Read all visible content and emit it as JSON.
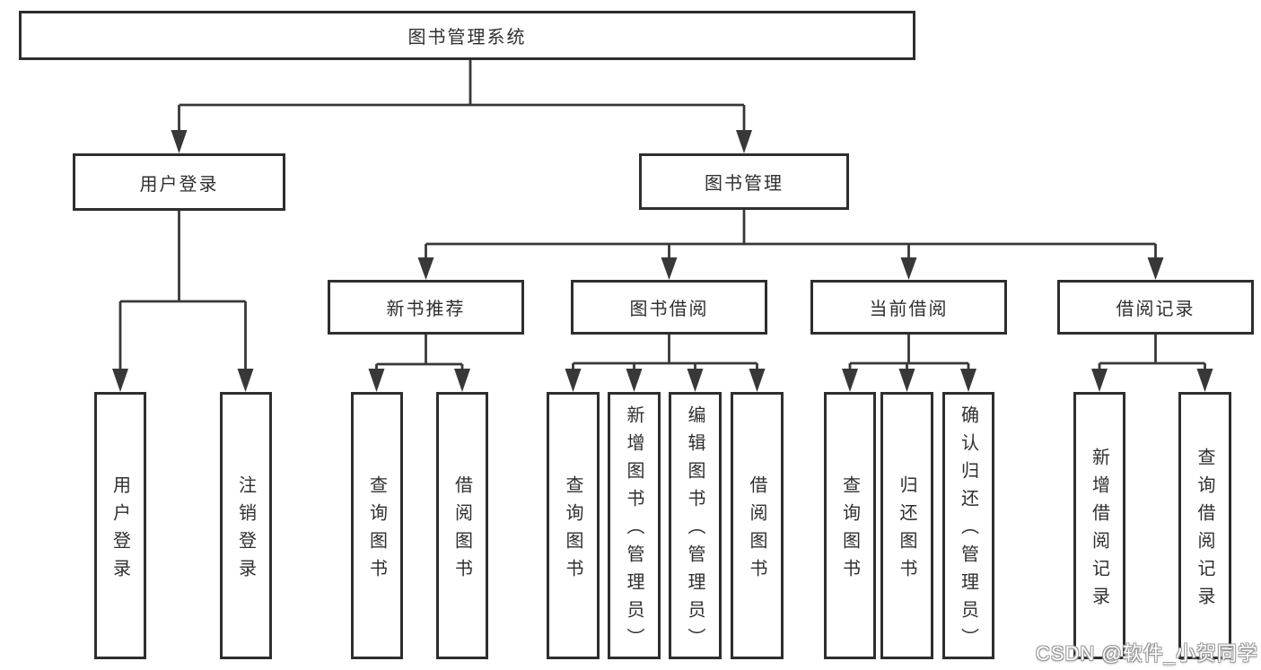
{
  "diagram": {
    "root": {
      "label": "图书管理系统",
      "children": [
        {
          "label": "用户登录",
          "children": [
            {
              "label": "用户登录"
            },
            {
              "label": "注销登录"
            }
          ]
        },
        {
          "label": "图书管理",
          "children": [
            {
              "label": "新书推荐",
              "children": [
                {
                  "label": "查询图书"
                },
                {
                  "label": "借阅图书"
                }
              ]
            },
            {
              "label": "图书借阅",
              "children": [
                {
                  "label": "查询图书"
                },
                {
                  "label": "新增图书（管理员）"
                },
                {
                  "label": "编辑图书（管理员）"
                },
                {
                  "label": "借阅图书"
                }
              ]
            },
            {
              "label": "当前借阅",
              "children": [
                {
                  "label": "查询图书"
                },
                {
                  "label": "归还图书"
                },
                {
                  "label": "确认归还（管理员）"
                }
              ]
            },
            {
              "label": "借阅记录",
              "children": [
                {
                  "label": "新增借阅记录"
                },
                {
                  "label": "查询借阅记录"
                }
              ]
            }
          ]
        }
      ]
    }
  },
  "watermark": {
    "text": "CSDN @软件_小贺同学"
  },
  "colors": {
    "line": "#383838",
    "box_border": "#2e2e2e",
    "text": "#2f2f2f",
    "background": "#ffffff",
    "watermark_fill": "#ffffff",
    "watermark_outline": "#9a9a9a"
  }
}
